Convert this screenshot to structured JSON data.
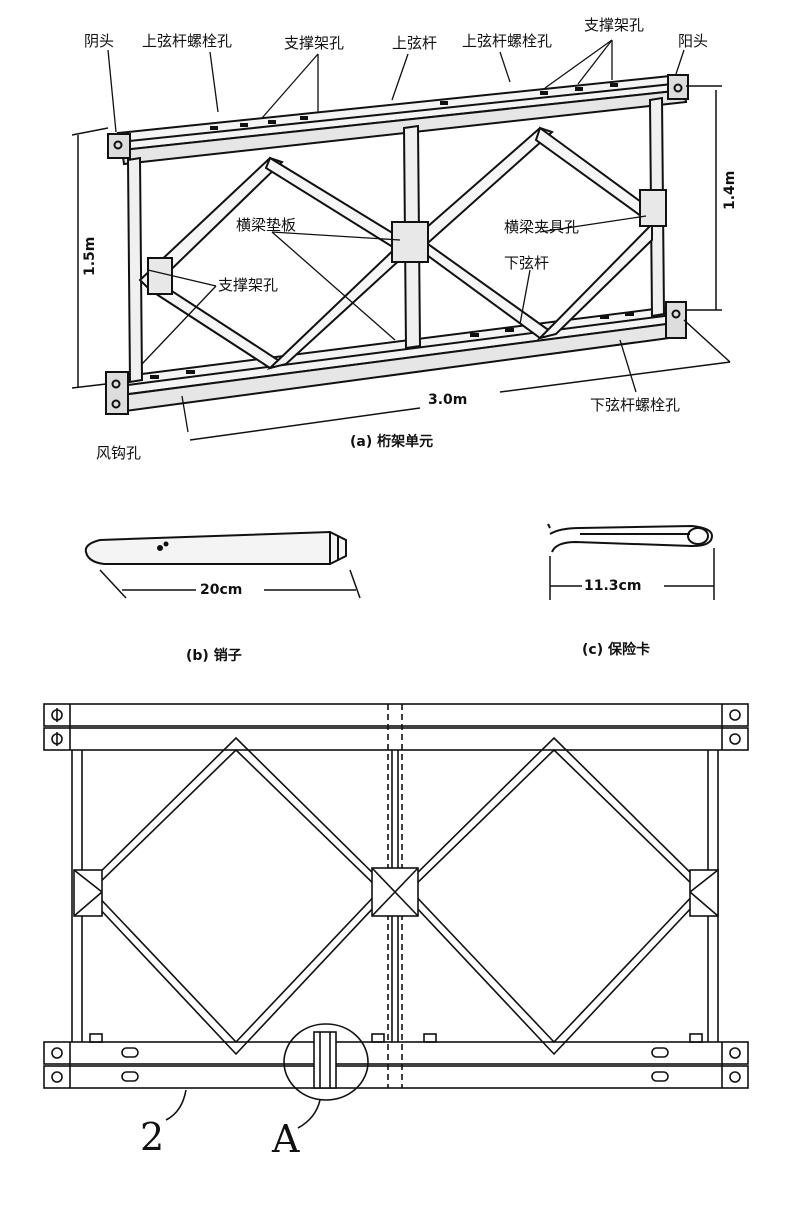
{
  "figure_a": {
    "labels": {
      "yin_tou": "阴头",
      "shang_xian_gan_luo_shuan_kong_1": "上弦杆螺栓孔",
      "zhi_cheng_jia_kong_top": "支撑架孔",
      "shang_xian_gan": "上弦杆",
      "shang_xian_gan_luo_shuan_kong_2": "上弦杆螺栓孔",
      "zhi_cheng_jia_kong_top_right": "支撑架孔",
      "yang_tou": "阳头",
      "heng_liang_dian_ban": "横梁垫板",
      "heng_liang_jia_ju_kong": "横梁夹具孔",
      "zhi_cheng_jia_kong_mid": "支撑架孔",
      "xia_xian_gan": "下弦杆",
      "xia_xian_gan_luo_shuan_kong": "下弦杆螺栓孔",
      "feng_gou_kong": "风钩孔"
    },
    "dimensions": {
      "height_left": "1.5m",
      "height_right": "1.4m",
      "length": "3.0m"
    },
    "caption": "(a) 桁架单元"
  },
  "figure_b": {
    "dimension": "20cm",
    "caption": "(b) 销子"
  },
  "figure_c": {
    "dimension": "11.3cm",
    "caption": "(c) 保险卡"
  },
  "figure_d": {
    "label_2": "2",
    "label_a": "A"
  }
}
